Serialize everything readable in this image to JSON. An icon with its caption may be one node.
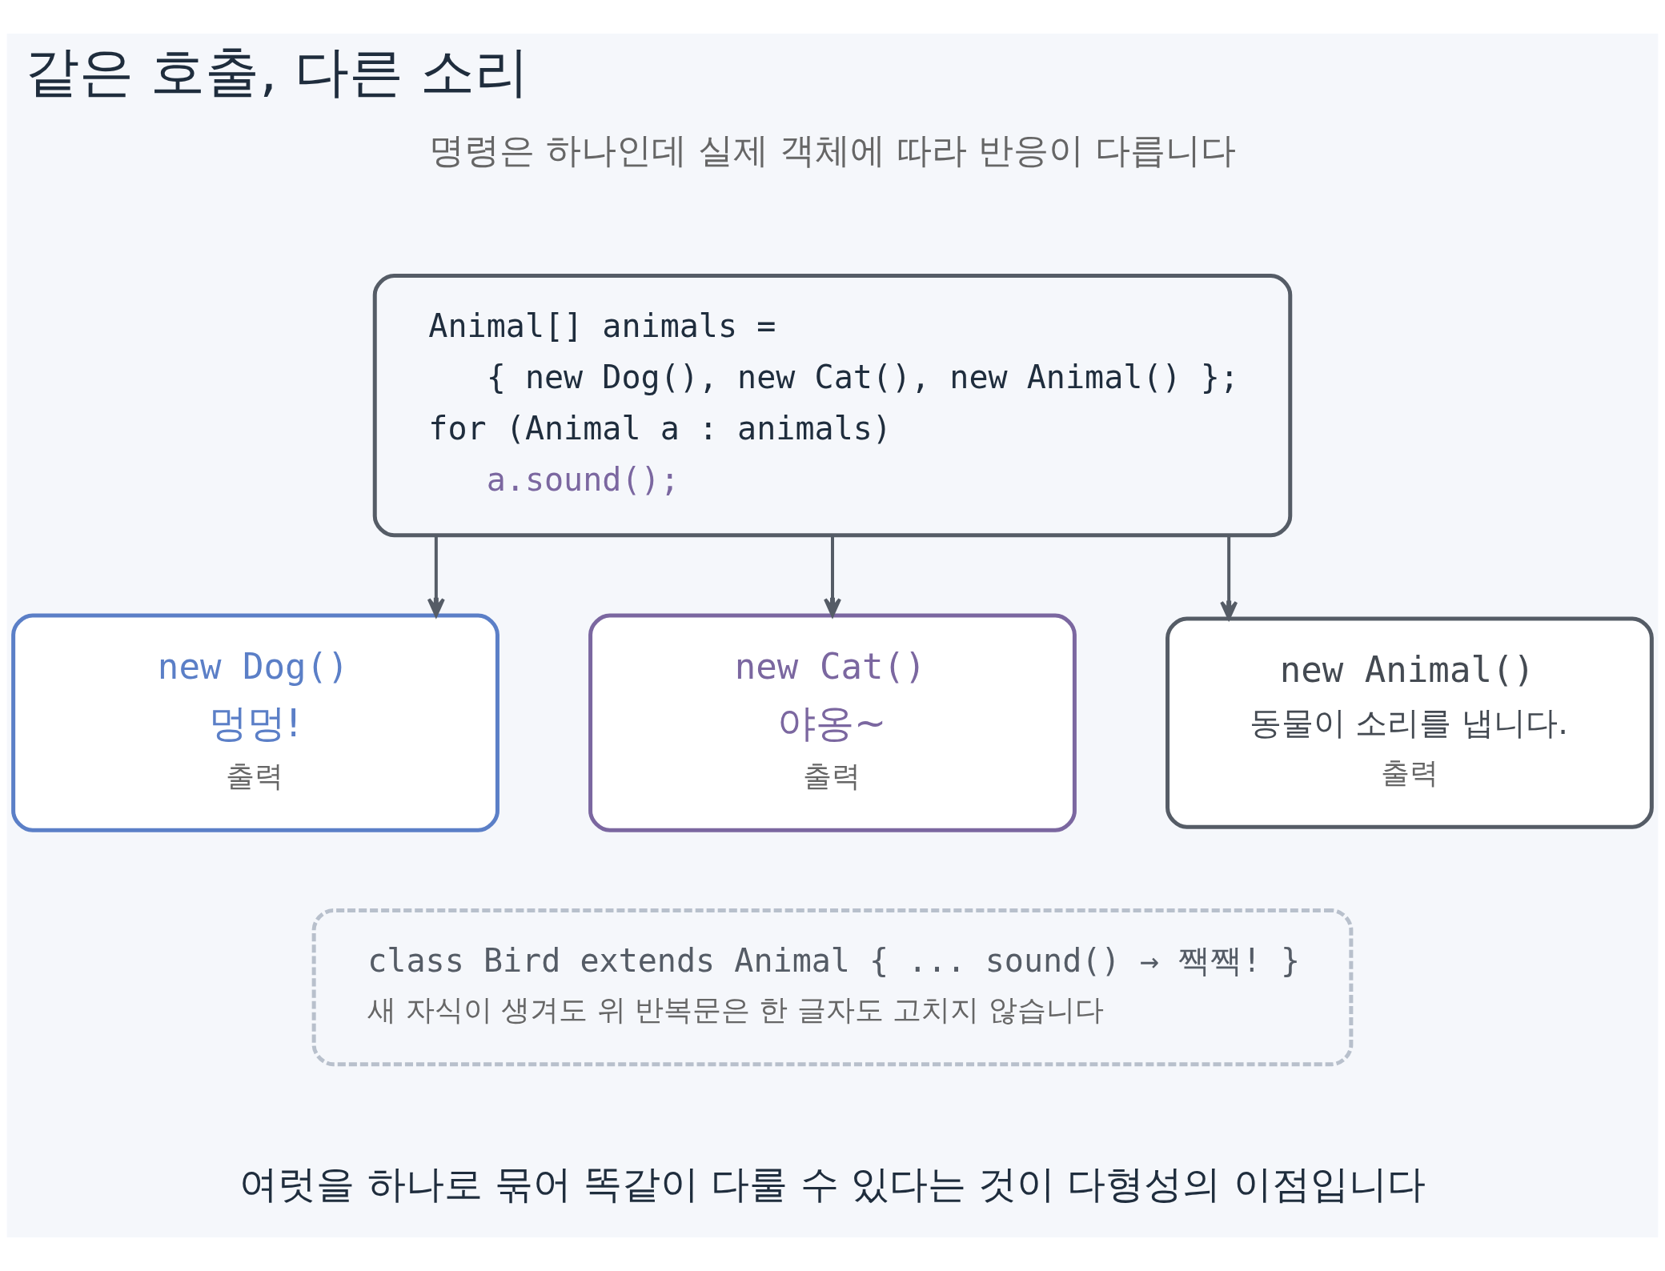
{
  "diagram": {
    "title": "같은 호출, 다른 소리",
    "nodes": [
      {
        "text": [
          "Animal[] animals =",
          "{ new Dog(), new Cat(), new Animal() };",
          "for (Animal a : animals)",
          "a.sound();"
        ]
      },
      {
        "text": [
          "new Dog()",
          "멍멍!",
          "출력"
        ]
      },
      {
        "text": [
          "new Cat()",
          "야옹~",
          "출력"
        ]
      },
      {
        "text": [
          "new Animal()",
          "동물이 소리를 냅니다.",
          "출력"
        ]
      },
      {
        "text": [
          "class Bird extends Animal { ... sound() → 짹짹! }",
          "새 자식이 생겨도 위 반복문은 한 글자도 고치지 않습니다"
        ]
      }
    ],
    "edges": [
      {
        "from": 0,
        "to": 1,
        "arrow": "to"
      },
      {
        "from": 0,
        "to": 2,
        "arrow": "to"
      },
      {
        "from": 0,
        "to": 3,
        "arrow": "to"
      }
    ],
    "labels": [
      "명령은 하나인데 실제 객체에 따라 반응이 다릅니다",
      "여럿을 하나로 묶어 똑같이 다룰 수 있다는 것이 다형성의 이점입니다"
    ]
  }
}
